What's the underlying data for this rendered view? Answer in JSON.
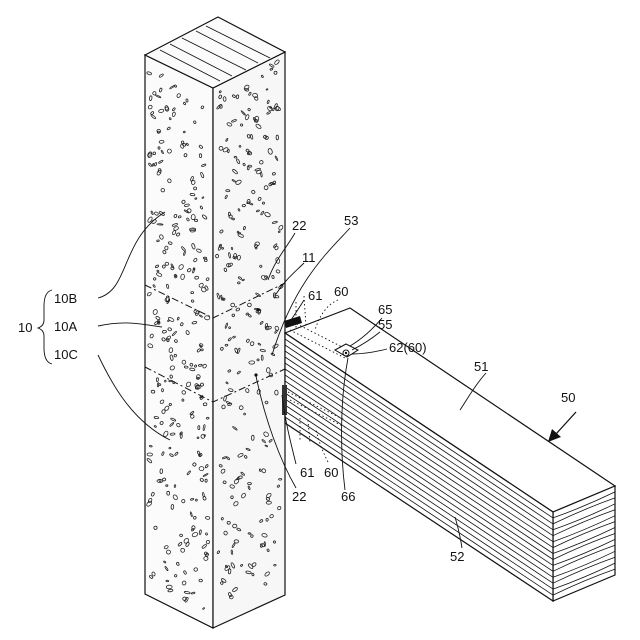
{
  "figure": {
    "labels": {
      "column": "10",
      "column_upper": "10B",
      "column_joint": "10A",
      "column_lower": "10C",
      "bolt_upper": "22",
      "bolt_lower": "22",
      "face": "11",
      "slit": "53",
      "pin_upper": "61",
      "pin_lower": "61",
      "drift_upper": "60",
      "drift_lower": "60",
      "nut": "65",
      "washer": "55",
      "bolt_hole": "62(60)",
      "beam_top": "51",
      "beam": "50",
      "beam_bottom": "52",
      "access": "66"
    },
    "icons": {
      "arrow": "down-right-arrow-icon"
    }
  }
}
